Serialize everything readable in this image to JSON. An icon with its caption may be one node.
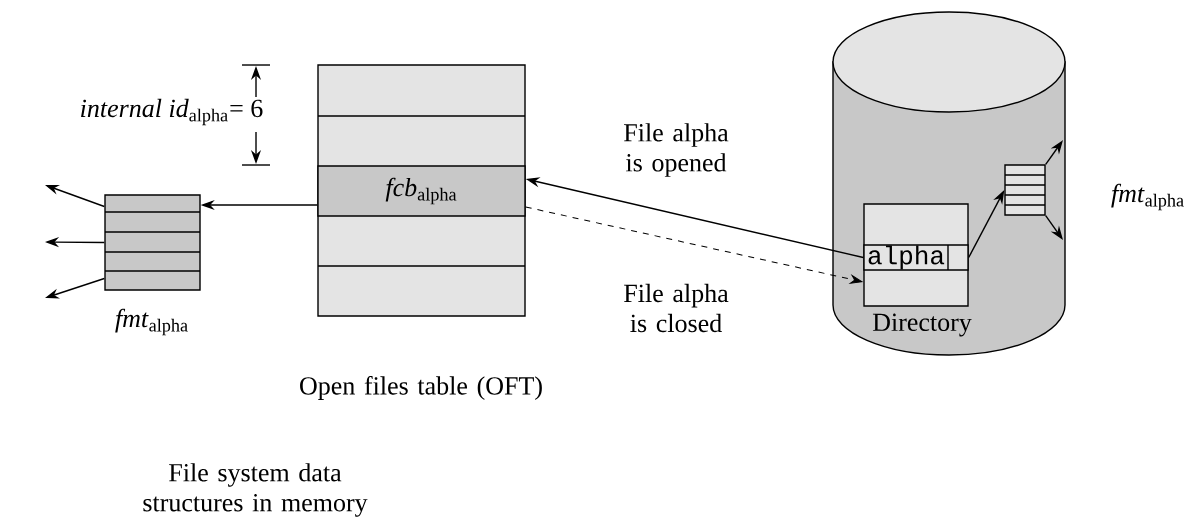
{
  "diagram": {
    "nodes": [
      {
        "text": [
          "Open files table (OFT)"
        ]
      },
      {
        "text": [
          "*fcb*$_{alpha}$"
        ],
        "in": 0
      },
      {
        "text": [
          "*fmt*$_{alpha}$"
        ]
      },
      {
        "text": [],
        "shape": "cylinder"
      },
      {
        "text": [
          "Directory"
        ],
        "in": 3
      },
      {
        "text": [
          "alpha"
        ],
        "in": 4
      },
      {
        "text": [],
        "shape": "box",
        "in": 3,
        "beside": [
          "*fmt*$_{alpha}$"
        ]
      }
    ],
    "edges": [
      {
        "from": 1,
        "to": 2,
        "arrow": "to"
      },
      {
        "from": 5,
        "to": 1,
        "arrow": "to",
        "label": "File alpha is opened"
      },
      {
        "from": 1,
        "to": 4,
        "arrow": "to",
        "label": "File alpha is closed",
        "style": "dashed"
      },
      {
        "from": 5,
        "to": 6,
        "arrow": "to"
      },
      {
        "from": 2,
        "to": null,
        "arrow": "to"
      },
      {
        "from": 2,
        "to": null,
        "arrow": "to"
      },
      {
        "from": 2,
        "to": null,
        "arrow": "to"
      },
      {
        "from": 6,
        "to": null,
        "arrow": "to"
      },
      {
        "from": 6,
        "to": null,
        "arrow": "to"
      }
    ],
    "labels": [
      "*internal id*$_{alpha}$= 6",
      "File system data structures in memory"
    ]
  }
}
